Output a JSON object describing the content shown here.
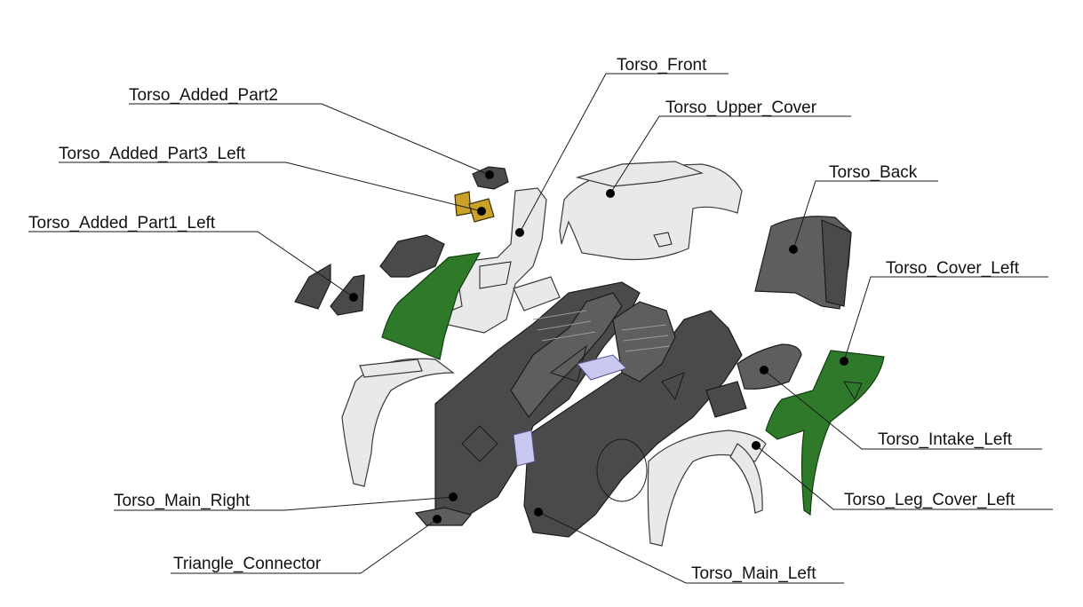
{
  "diagram": {
    "labels": {
      "torso_front": "Torso_Front",
      "torso_added_part2": "Torso_Added_Part2",
      "torso_upper_cover": "Torso_Upper_Cover",
      "torso_added_part3_left": "Torso_Added_Part3_Left",
      "torso_back": "Torso_Back",
      "torso_added_part1_left": "Torso_Added_Part1_Left",
      "torso_cover_left": "Torso_Cover_Left",
      "torso_intake_left": "Torso_Intake_Left",
      "torso_main_right": "Torso_Main_Right",
      "torso_leg_cover_left": "Torso_Leg_Cover_Left",
      "triangle_connector": "Triangle_Connector",
      "torso_main_left": "Torso_Main_Left"
    },
    "colors": {
      "dark_part": "#4a4a4a",
      "light_part": "#e9e9e9",
      "green_part": "#2f7a2a",
      "gold_part": "#c9a227",
      "lavender_part": "#c9c8f0"
    }
  }
}
